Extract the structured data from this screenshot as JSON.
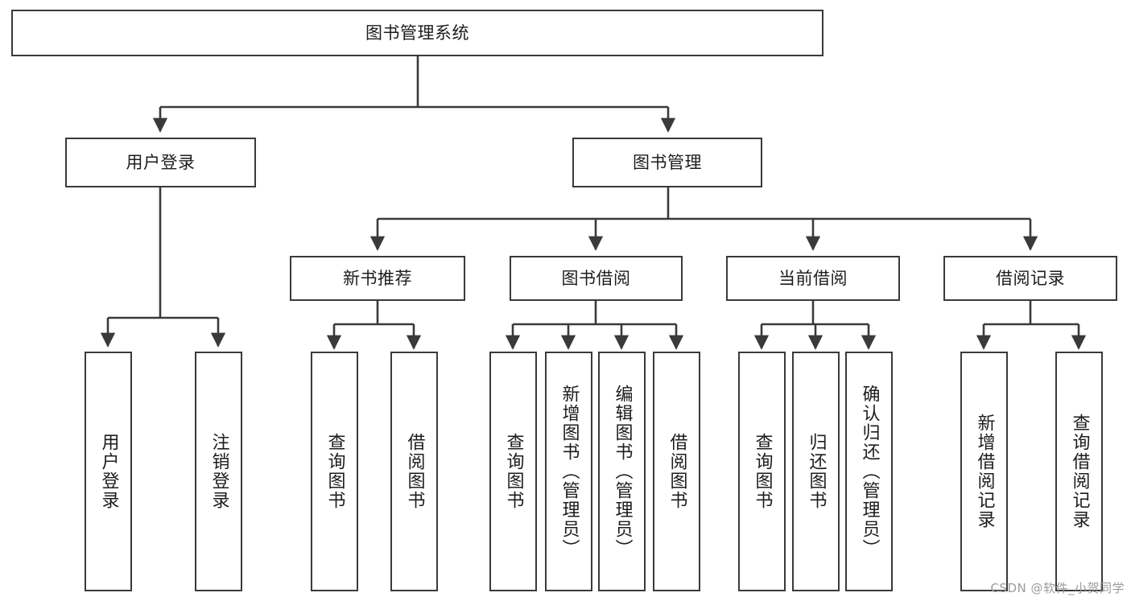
{
  "diagram": {
    "title": "图书管理系统",
    "type": "tree",
    "watermark": "CSDN @软件_小贺同学",
    "colors": {
      "box_border": "#3a3a3a",
      "box_fill": "#ffffff",
      "edge": "#3a3a3a",
      "text": "#1d1d1d",
      "watermark": "#9b9b9b",
      "background": "#ffffff"
    },
    "root": {
      "label": "图书管理系统"
    },
    "level2": [
      {
        "label": "用户登录"
      },
      {
        "label": "图书管理"
      }
    ],
    "level3": [
      {
        "label": "新书推荐"
      },
      {
        "label": "图书借阅"
      },
      {
        "label": "当前借阅"
      },
      {
        "label": "借阅记录"
      }
    ],
    "leaves": {
      "user_login": [
        {
          "label": "用户登录"
        },
        {
          "label": "注销登录"
        }
      ],
      "new_book_recommend": [
        {
          "label": "查询图书"
        },
        {
          "label": "借阅图书"
        }
      ],
      "book_borrow": [
        {
          "label": "查询图书"
        },
        {
          "label": "新增图书（管理员）"
        },
        {
          "label": "编辑图书（管理员）"
        },
        {
          "label": "借阅图书"
        }
      ],
      "current_borrow": [
        {
          "label": "查询图书"
        },
        {
          "label": "归还图书"
        },
        {
          "label": "确认归还（管理员）"
        }
      ],
      "borrow_record": [
        {
          "label": "新增借阅记录"
        },
        {
          "label": "查询借阅记录"
        }
      ]
    }
  }
}
